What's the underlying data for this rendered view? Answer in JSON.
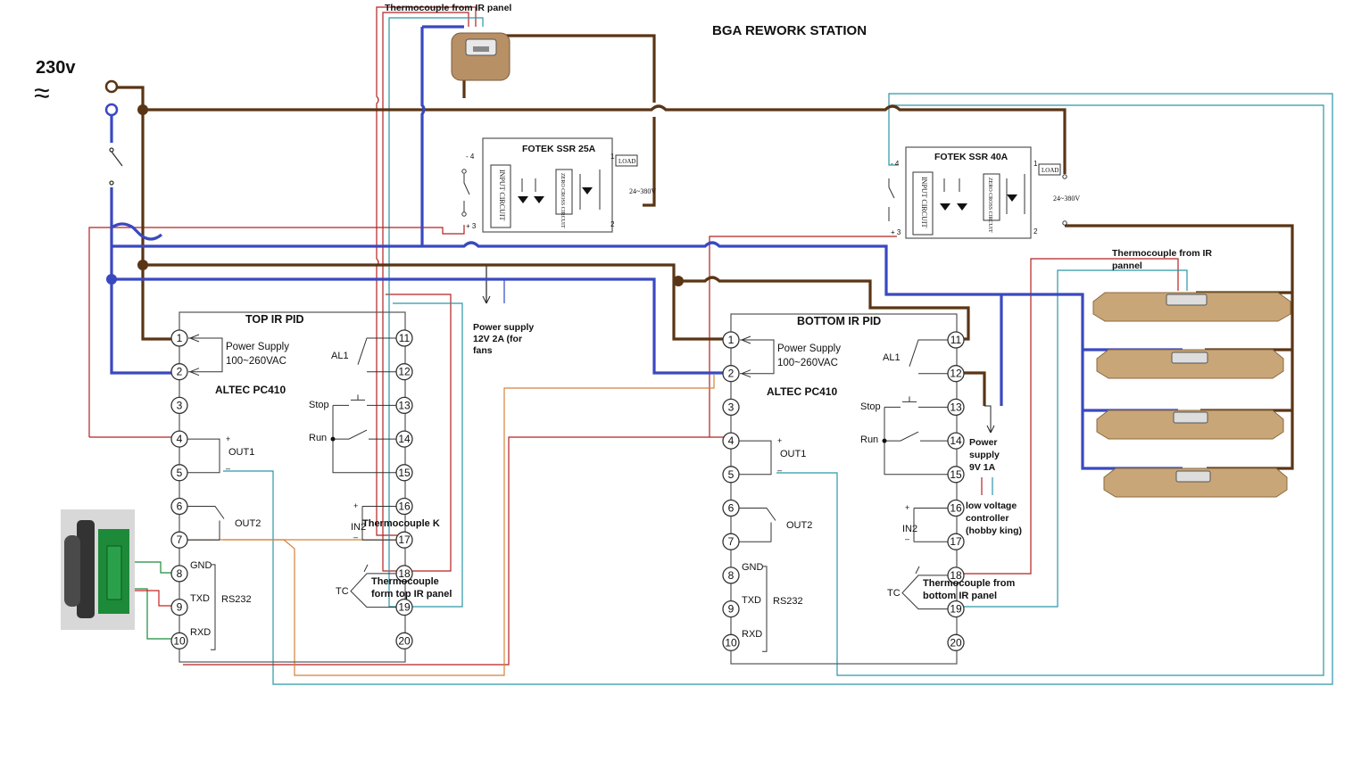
{
  "title": "BGA REWORK STATION",
  "mains": {
    "voltage_label": "230v",
    "symbol": "≈"
  },
  "top_thermocouple_label": "Thermocouple from IR panel",
  "ssr_left": {
    "title": "FOTEK SSR 25A",
    "pin_minus": "- 4",
    "pin_plus": "+ 3",
    "pin1": "1",
    "pin2": "2",
    "load": "LOAD",
    "range": "24~380V",
    "input": "INPUT CIRCUIT",
    "zero": "ZERO CROSS CIRCUIT"
  },
  "ssr_right": {
    "title": "FOTEK SSR 40A",
    "pin_minus": "- 4",
    "pin_plus": "+ 3",
    "pin1": "1",
    "pin2": "2",
    "load": "LOAD",
    "range": "24~380V",
    "input": "INPUT CIRCUIT",
    "zero": "ZERO CROSS CIRCUIT"
  },
  "psu_fans": "Power supply\n12V 2A (for\nfans",
  "psu_9v": "Power\nsupply\n9V 1A",
  "low_voltage": "low voltage\ncontroller\n(hobby king)",
  "right_thermocouple_label": "Thermocouple from IR\npannel",
  "pid_top": {
    "title": "TOP IR PID",
    "model": "ALTEC PC410",
    "power": "Power Supply\n100~260VAC",
    "al1": "AL1",
    "stop": "Stop",
    "run": "Run",
    "out1": "OUT1",
    "out2": "OUT2",
    "in2": "IN2",
    "gnd": "GND",
    "txd": "TXD",
    "rxd": "RXD",
    "rs232": "RS232",
    "tc": "TC",
    "plus": "+",
    "minus": "–",
    "note_k": "Thermocouple K",
    "note_tc": "Thermocouple\nform top IR panel"
  },
  "pid_bottom": {
    "title": "BOTTOM IR PID",
    "model": "ALTEC PC410",
    "power": "Power Supply\n100~260VAC",
    "al1": "AL1",
    "stop": "Stop",
    "run": "Run",
    "out1": "OUT1",
    "out2": "OUT2",
    "in2": "IN2",
    "gnd": "GND",
    "txd": "TXD",
    "rxd": "RXD",
    "rs232": "RS232",
    "tc": "TC",
    "plus": "+",
    "minus": "–",
    "note_tc": "Thermocouple from\nbottom IR panel"
  },
  "pin_numbers_left": [
    "1",
    "2",
    "3",
    "4",
    "5",
    "6",
    "7",
    "8",
    "9",
    "10"
  ],
  "pin_numbers_right": [
    "11",
    "12",
    "13",
    "14",
    "15",
    "16",
    "17",
    "18",
    "19",
    "20"
  ],
  "colors": {
    "brown": "#5a3515",
    "blue": "#3a48c0",
    "red": "#b52020",
    "teal": "#2a96a8",
    "orange": "#d4823a",
    "tile": "#c9a677"
  }
}
